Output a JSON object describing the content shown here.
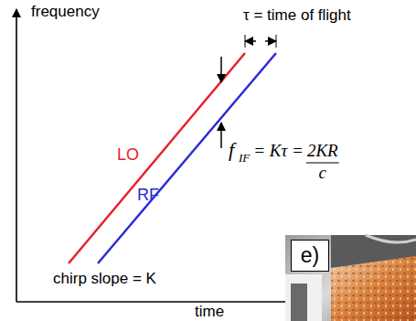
{
  "diagram": {
    "nodes": [
      {
        "text": [
          "e)"
        ]
      }
    ],
    "labels": [
      "frequency",
      "τ = time of flight",
      "time",
      "LO",
      "RF",
      "f",
      "IF",
      "= Kτ =",
      "2KR",
      "c",
      "chirp slope = K"
    ]
  }
}
